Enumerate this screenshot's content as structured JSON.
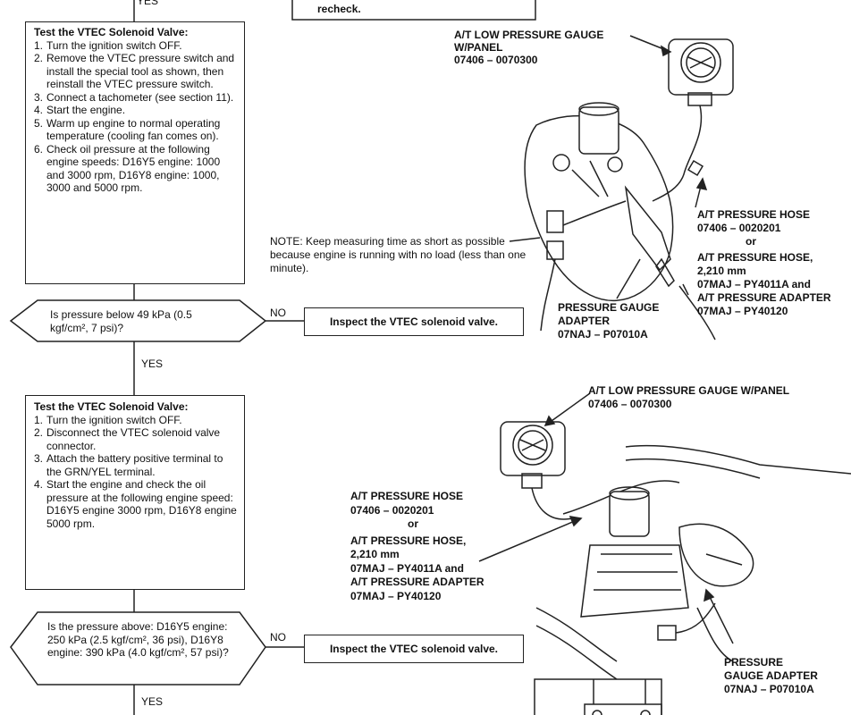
{
  "top": {
    "yes": "YES",
    "recheck": "recheck."
  },
  "step1": {
    "title": "Test the VTEC Solenoid Valve:",
    "items": [
      {
        "num": "1.",
        "text": "Turn the ignition switch OFF."
      },
      {
        "num": "2.",
        "text": "Remove the VTEC pressure switch and install the special tool as shown, then reinstall the VTEC pressure switch."
      },
      {
        "num": "3.",
        "text": "Connect a tachometer (see section 11)."
      },
      {
        "num": "4.",
        "text": "Start the engine."
      },
      {
        "num": "5.",
        "text": "Warm up engine to normal operating temperature (cooling fan comes on)."
      },
      {
        "num": "6.",
        "text": "Check oil pressure at the following engine speeds: D16Y5 engine: 1000 and 3000 rpm, D16Y8 engine: 1000, 3000 and 5000 rpm."
      }
    ]
  },
  "decision1": {
    "question": "Is pressure below 49 kPa (0.5 kgf/cm², 7 psi)?",
    "no": "NO",
    "yes": "YES"
  },
  "action1": "Inspect the VTEC solenoid valve.",
  "note": "NOTE: Keep measuring time as short as possible because engine is running with no load (less than one minute).",
  "fig1": {
    "gauge": [
      "A/T LOW PRESSURE GAUGE",
      "W/PANEL",
      "07406 – 0070300"
    ],
    "hose": [
      "A/T PRESSURE HOSE",
      "07406 – 0020201",
      "or",
      "A/T PRESSURE HOSE,",
      "2,210 mm",
      "07MAJ – PY4011A and",
      "A/T PRESSURE ADAPTER",
      "07MAJ – PY40120"
    ],
    "adapter": [
      "PRESSURE GAUGE",
      "ADAPTER",
      "07NAJ – P07010A"
    ]
  },
  "step2": {
    "title": "Test the VTEC Solenoid Valve:",
    "items": [
      {
        "num": "1.",
        "text": "Turn the ignition switch OFF."
      },
      {
        "num": "2.",
        "text": "Disconnect the VTEC solenoid valve connector."
      },
      {
        "num": "3.",
        "text": "Attach the battery positive terminal to the GRN/YEL terminal."
      },
      {
        "num": "4.",
        "text": "Start the engine and check the oil pressure at the following engine speed: D16Y5 engine 3000 rpm, D16Y8 engine 5000 rpm."
      }
    ]
  },
  "decision2": {
    "question": "Is the pressure above: D16Y5 engine: 250 kPa (2.5 kgf/cm², 36 psi), D16Y8 engine: 390 kPa (4.0 kgf/cm², 57 psi)?",
    "no": "NO",
    "yes": "YES"
  },
  "action2": "Inspect the VTEC solenoid valve.",
  "fig2": {
    "gauge": [
      "A/T LOW PRESSURE GAUGE W/PANEL",
      "07406 – 0070300"
    ],
    "hose": [
      "A/T PRESSURE HOSE",
      "07406 – 0020201",
      "or",
      "A/T PRESSURE HOSE,",
      "2,210 mm",
      "07MAJ – PY4011A and",
      "A/T PRESSURE ADAPTER",
      "07MAJ – PY40120"
    ],
    "adapter": [
      "PRESSURE",
      "GAUGE ADAPTER",
      "07NAJ – P07010A"
    ]
  }
}
